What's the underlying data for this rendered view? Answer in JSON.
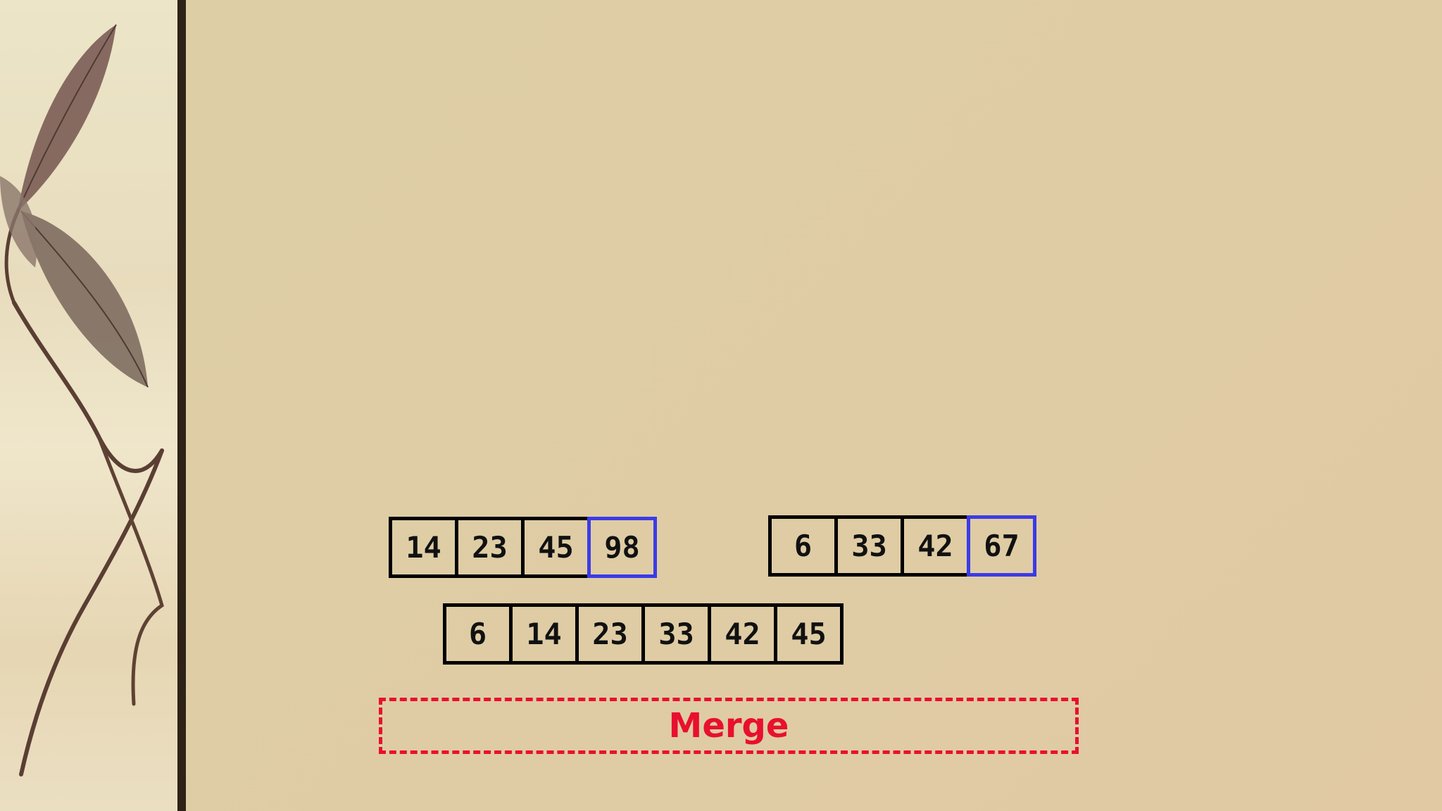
{
  "arrays": {
    "left": {
      "cells": [
        "14",
        "23",
        "45",
        "98"
      ],
      "highlight_index": 3
    },
    "right": {
      "cells": [
        "6",
        "33",
        "42",
        "67"
      ],
      "highlight_index": 3
    },
    "merged": {
      "cells": [
        "6",
        "14",
        "23",
        "33",
        "42",
        "45"
      ]
    }
  },
  "merge_label": "Merge",
  "colors": {
    "background": "#dfcea6",
    "cell_border": "#000000",
    "highlight_border": "#3b3be6",
    "label": "#e8102e",
    "divider": "#2e2218"
  }
}
